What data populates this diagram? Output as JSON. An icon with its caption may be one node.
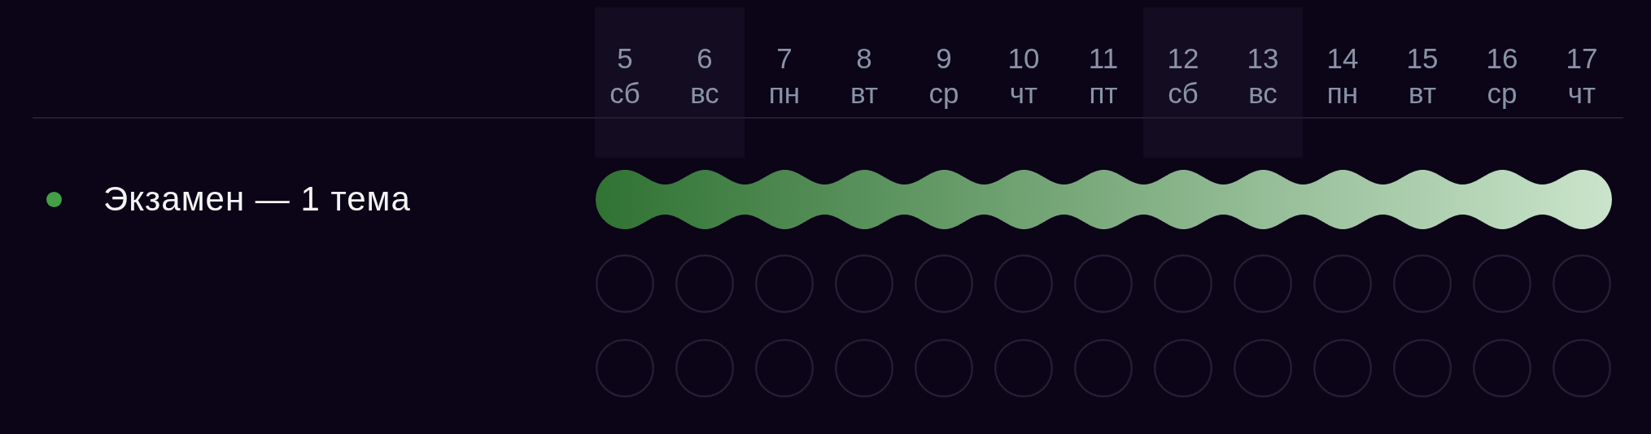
{
  "diagram": {
    "nodes": [
      {
        "text": [],
        "shape": "bar"
      }
    ],
    "labels": [
      "5",
      "6",
      "7",
      "8",
      "9",
      "10",
      "11",
      "12",
      "13",
      "14",
      "15",
      "16",
      "17",
      "сб",
      "вс",
      "пн",
      "вт",
      "ср",
      "чт",
      "пт",
      "сб",
      "вс",
      "пн",
      "вт",
      "ср",
      "чт"
    ],
    "legend": [
      {
        "text": "Экзамен — 1 тема",
        "color": "#43a047"
      }
    ]
  }
}
